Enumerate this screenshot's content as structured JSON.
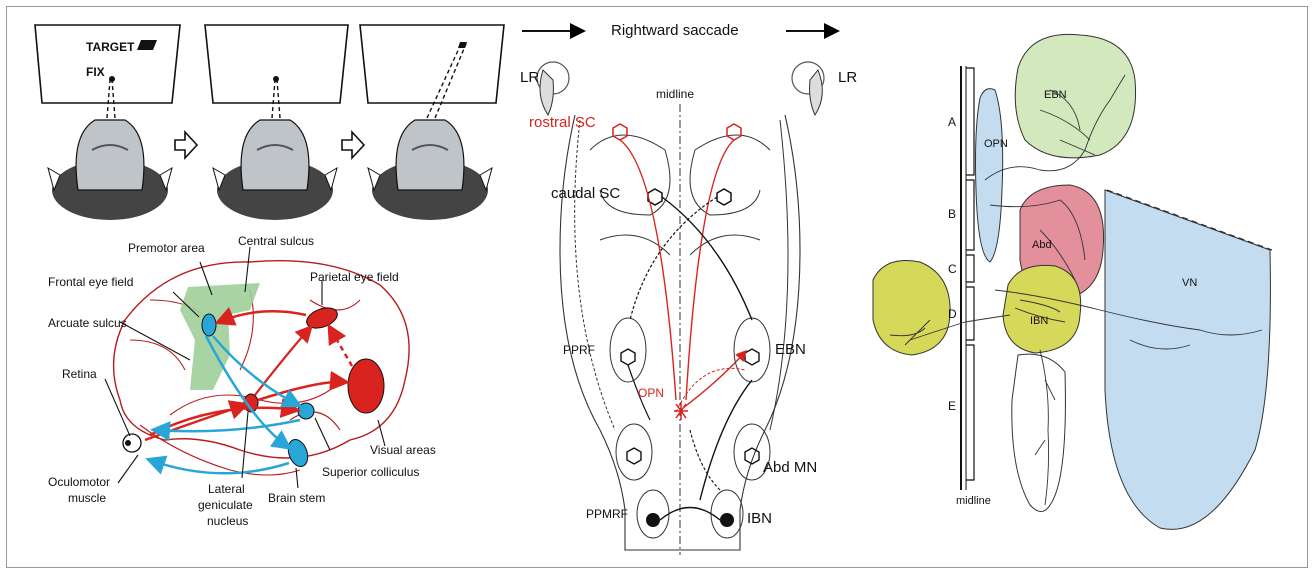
{
  "panel_a": {
    "target_label": "TARGET",
    "fix_label": "FIX",
    "brain_labels": {
      "premotor": "Premotor area",
      "central_sulcus": "Central sulcus",
      "parietal_eye_field": "Parietal eye field",
      "frontal_eye_field": "Frontal eye field",
      "arcuate_sulcus": "Arcuate sulcus",
      "retina": "Retina",
      "visual_areas": "Visual areas",
      "superior_colliculus": "Superior colliculus",
      "oculomotor_line1": "Oculomotor",
      "oculomotor_line2": "muscle",
      "lgn_line1": "Lateral",
      "lgn_line2": "geniculate",
      "lgn_line3": "nucleus",
      "brain_stem": "Brain stem"
    }
  },
  "panel_b": {
    "title": "Rightward saccade",
    "lr_left": "LR",
    "lr_right": "LR",
    "midline": "midline",
    "rostral_sc": "rostral SC",
    "caudal_sc": "caudal SC",
    "pprf": "PPRF",
    "ebn": "EBN",
    "opn": "OPN",
    "abd_mn": "Abd MN",
    "ppmrf": "PPMRF",
    "ibn": "IBN"
  },
  "panel_c": {
    "ebn": "EBN",
    "opn": "OPN",
    "abd": "Abd",
    "ibn": "IBN",
    "vn": "VN",
    "midline": "midline",
    "levels": [
      "A",
      "B",
      "C",
      "D",
      "E"
    ]
  },
  "colors": {
    "red": "#d8231f",
    "blue": "#28a6d8",
    "dark_red": "#b71c1c",
    "green_fill": "#9fcf9a",
    "pink_fill": "#e4909c",
    "yellow_fill": "#d6d85a",
    "light_green": "#d4e8be",
    "light_blue": "#c4dcef"
  }
}
